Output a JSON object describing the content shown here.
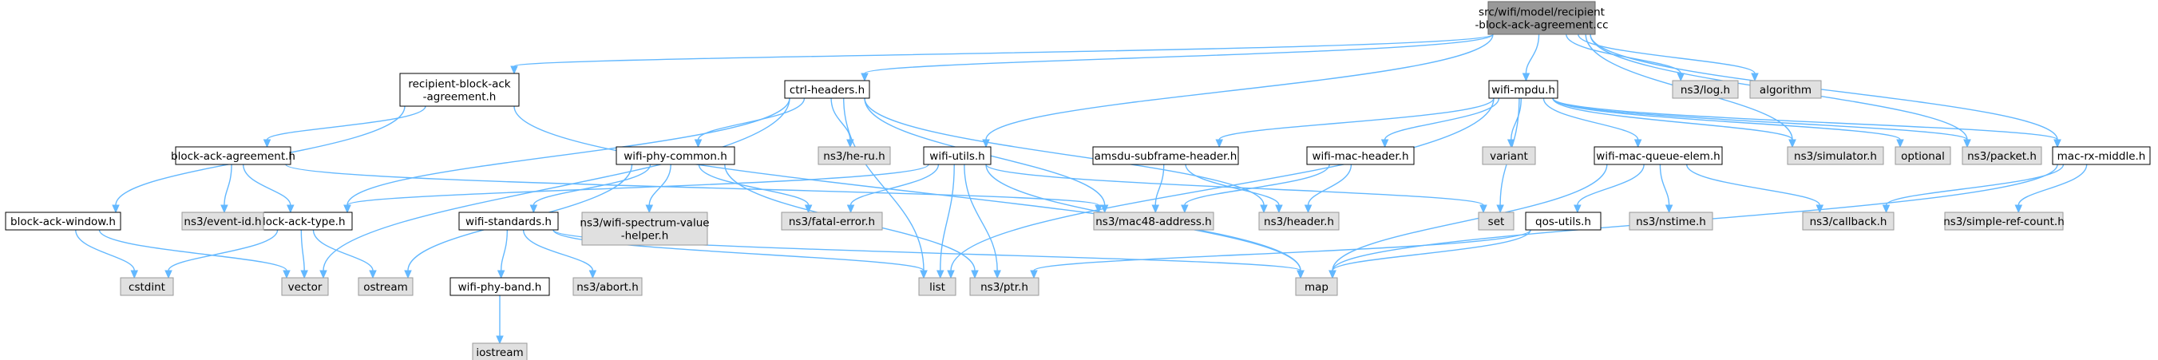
{
  "graph": {
    "title": "",
    "colors": {
      "edge": "#63b8ff",
      "focus_fill": "#999999",
      "file_fill": "#ffffff",
      "system_fill": "#e0e0e0"
    },
    "nodes": [
      {
        "id": "root",
        "label": [
          "src/wifi/model/recipient",
          "-block-ack-agreement.cc"
        ],
        "kind": "focus"
      },
      {
        "id": "rbah",
        "label": [
          "recipient-block-ack",
          "-agreement.h"
        ],
        "kind": "file"
      },
      {
        "id": "ctrl",
        "label": [
          "ctrl-headers.h"
        ],
        "kind": "file"
      },
      {
        "id": "wutils",
        "label": [
          "wifi-utils.h"
        ],
        "kind": "file"
      },
      {
        "id": "mpdu",
        "label": [
          "wifi-mpdu.h"
        ],
        "kind": "file"
      },
      {
        "id": "log",
        "label": [
          "ns3/log.h"
        ],
        "kind": "sys"
      },
      {
        "id": "algo",
        "label": [
          "algorithm"
        ],
        "kind": "sys"
      },
      {
        "id": "baa",
        "label": [
          "block-ack-agreement.h"
        ],
        "kind": "file"
      },
      {
        "id": "baw",
        "label": [
          "block-ack-window.h"
        ],
        "kind": "file"
      },
      {
        "id": "bat",
        "label": [
          "block-ack-type.h"
        ],
        "kind": "file"
      },
      {
        "id": "eventid",
        "label": [
          "ns3/event-id.h"
        ],
        "kind": "sys"
      },
      {
        "id": "cstdint",
        "label": [
          "cstdint"
        ],
        "kind": "sys"
      },
      {
        "id": "vector",
        "label": [
          "vector"
        ],
        "kind": "sys"
      },
      {
        "id": "ostream",
        "label": [
          "ostream"
        ],
        "kind": "sys"
      },
      {
        "id": "wpc",
        "label": [
          "wifi-phy-common.h"
        ],
        "kind": "file"
      },
      {
        "id": "heru",
        "label": [
          "ns3/he-ru.h"
        ],
        "kind": "sys"
      },
      {
        "id": "wstd",
        "label": [
          "wifi-standards.h"
        ],
        "kind": "file"
      },
      {
        "id": "wsvh",
        "label": [
          "ns3/wifi-spectrum-value",
          "-helper.h"
        ],
        "kind": "sys"
      },
      {
        "id": "fatal",
        "label": [
          "ns3/fatal-error.h"
        ],
        "kind": "sys"
      },
      {
        "id": "wpb",
        "label": [
          "wifi-phy-band.h"
        ],
        "kind": "file"
      },
      {
        "id": "abort",
        "label": [
          "ns3/abort.h"
        ],
        "kind": "sys"
      },
      {
        "id": "iostream",
        "label": [
          "iostream"
        ],
        "kind": "sys"
      },
      {
        "id": "list",
        "label": [
          "list"
        ],
        "kind": "sys"
      },
      {
        "id": "ptr",
        "label": [
          "ns3/ptr.h"
        ],
        "kind": "sys"
      },
      {
        "id": "map",
        "label": [
          "map"
        ],
        "kind": "sys"
      },
      {
        "id": "mac48",
        "label": [
          "ns3/mac48-address.h"
        ],
        "kind": "sys"
      },
      {
        "id": "amsdu",
        "label": [
          "amsdu-subframe-header.h"
        ],
        "kind": "file"
      },
      {
        "id": "wmh",
        "label": [
          "wifi-mac-header.h"
        ],
        "kind": "file"
      },
      {
        "id": "header",
        "label": [
          "ns3/header.h"
        ],
        "kind": "sys"
      },
      {
        "id": "variant",
        "label": [
          "variant"
        ],
        "kind": "sys"
      },
      {
        "id": "wmqe",
        "label": [
          "wifi-mac-queue-elem.h"
        ],
        "kind": "file"
      },
      {
        "id": "set",
        "label": [
          "set"
        ],
        "kind": "sys"
      },
      {
        "id": "qos",
        "label": [
          "qos-utils.h"
        ],
        "kind": "file"
      },
      {
        "id": "nstime",
        "label": [
          "ns3/nstime.h"
        ],
        "kind": "sys"
      },
      {
        "id": "sim",
        "label": [
          "ns3/simulator.h"
        ],
        "kind": "sys"
      },
      {
        "id": "optional",
        "label": [
          "optional"
        ],
        "kind": "sys"
      },
      {
        "id": "packet",
        "label": [
          "ns3/packet.h"
        ],
        "kind": "sys"
      },
      {
        "id": "mrm",
        "label": [
          "mac-rx-middle.h"
        ],
        "kind": "file"
      },
      {
        "id": "callback",
        "label": [
          "ns3/callback.h"
        ],
        "kind": "sys"
      },
      {
        "id": "src",
        "label": [
          "ns3/simple-ref-count.h"
        ],
        "kind": "sys"
      }
    ],
    "edges": [
      [
        "root",
        "rbah"
      ],
      [
        "root",
        "ctrl"
      ],
      [
        "root",
        "wutils"
      ],
      [
        "root",
        "mpdu"
      ],
      [
        "root",
        "log"
      ],
      [
        "root",
        "algo"
      ],
      [
        "root",
        "mrm"
      ],
      [
        "root",
        "sim"
      ],
      [
        "root",
        "packet"
      ],
      [
        "rbah",
        "baa"
      ],
      [
        "rbah",
        "baw"
      ],
      [
        "rbah",
        "map"
      ],
      [
        "baa",
        "eventid"
      ],
      [
        "baa",
        "bat"
      ],
      [
        "baa",
        "mac48"
      ],
      [
        "baw",
        "cstdint"
      ],
      [
        "baw",
        "vector"
      ],
      [
        "bat",
        "cstdint"
      ],
      [
        "bat",
        "vector"
      ],
      [
        "bat",
        "ostream"
      ],
      [
        "ctrl",
        "bat"
      ],
      [
        "ctrl",
        "wpc"
      ],
      [
        "ctrl",
        "heru"
      ],
      [
        "ctrl",
        "list"
      ],
      [
        "ctrl",
        "mac48"
      ],
      [
        "ctrl",
        "header"
      ],
      [
        "ctrl",
        "vector"
      ],
      [
        "wpc",
        "wstd"
      ],
      [
        "wpc",
        "wsvh"
      ],
      [
        "wpc",
        "fatal"
      ],
      [
        "wpc",
        "ptr"
      ],
      [
        "wpc",
        "ostream"
      ],
      [
        "wstd",
        "wpb"
      ],
      [
        "wstd",
        "abort"
      ],
      [
        "wstd",
        "list"
      ],
      [
        "wstd",
        "map"
      ],
      [
        "wpb",
        "iostream"
      ],
      [
        "wutils",
        "bat"
      ],
      [
        "wutils",
        "fatal"
      ],
      [
        "wutils",
        "list"
      ],
      [
        "wutils",
        "ptr"
      ],
      [
        "wutils",
        "map"
      ],
      [
        "wutils",
        "set"
      ],
      [
        "mpdu",
        "amsdu"
      ],
      [
        "mpdu",
        "wmh"
      ],
      [
        "mpdu",
        "variant"
      ],
      [
        "mpdu",
        "wmqe"
      ],
      [
        "mpdu",
        "set"
      ],
      [
        "mpdu",
        "list"
      ],
      [
        "mpdu",
        "sim"
      ],
      [
        "mpdu",
        "optional"
      ],
      [
        "mpdu",
        "packet"
      ],
      [
        "mpdu",
        "mrm"
      ],
      [
        "amsdu",
        "mac48"
      ],
      [
        "amsdu",
        "header"
      ],
      [
        "wmh",
        "mac48"
      ],
      [
        "wmh",
        "header"
      ],
      [
        "wmqe",
        "qos"
      ],
      [
        "wmqe",
        "nstime"
      ],
      [
        "wmqe",
        "callback"
      ],
      [
        "wmqe",
        "map"
      ],
      [
        "qos",
        "ptr"
      ],
      [
        "qos",
        "map"
      ],
      [
        "mrm",
        "callback"
      ],
      [
        "mrm",
        "src"
      ],
      [
        "mrm",
        "map"
      ]
    ]
  }
}
